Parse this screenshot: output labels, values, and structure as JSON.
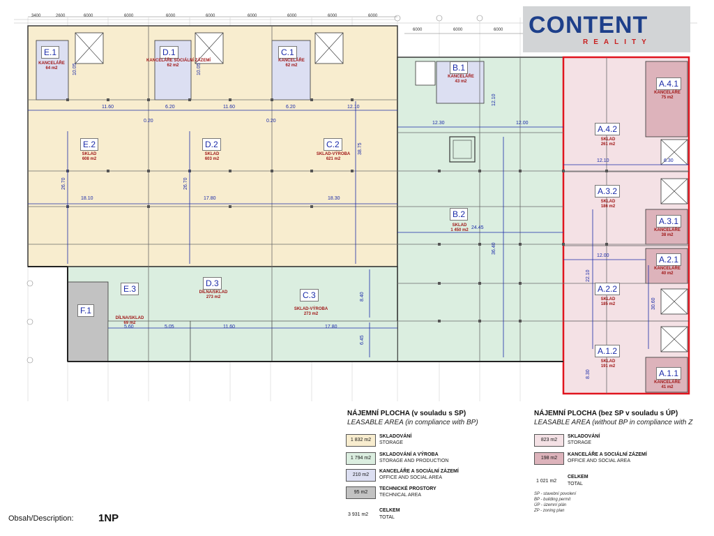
{
  "logo": {
    "main": "CONTENT",
    "sub": "REALITY"
  },
  "top_dimensions": [
    "3400",
    "2600",
    "6000",
    "6000",
    "6000",
    "6000",
    "6000",
    "6000",
    "6000",
    "6000",
    "6000",
    "6000",
    "6000"
  ],
  "units": [
    {
      "id": "E.1",
      "use": "KANCELÁŘE",
      "area": "64 m2"
    },
    {
      "id": "D.1",
      "use": "KANCELÁŘE SOCIÁLNÍ ZÁZEMÍ",
      "area": "62 m2"
    },
    {
      "id": "C.1",
      "use": "KANCELÁŘE",
      "area": "62 m2"
    },
    {
      "id": "B.1",
      "use": "KANCELÁŘE",
      "area": "43 m2"
    },
    {
      "id": "E.2",
      "use": "SKLAD",
      "area": "608 m2"
    },
    {
      "id": "D.2",
      "use": "SKLAD",
      "area": "603 m2"
    },
    {
      "id": "C.2",
      "use": "SKLAD-VÝROBA",
      "area": "621 m2"
    },
    {
      "id": "B.2",
      "use": "SKLAD",
      "area": "1 450 m2"
    },
    {
      "id": "E.3",
      "use": "DÍLNA/SKLAD",
      "area": "69 m2"
    },
    {
      "id": "D.3",
      "use": "DÍLNA/SKLAD",
      "area": "273 m2"
    },
    {
      "id": "C.3",
      "use": "SKLAD-VÝROBA",
      "area": "273 m2"
    },
    {
      "id": "F.1",
      "use": "",
      "area": ""
    },
    {
      "id": "A.4.1",
      "use": "KANCELÁŘE",
      "area": "75 m2"
    },
    {
      "id": "A.4.2",
      "use": "SKLAD",
      "area": "261 m2"
    },
    {
      "id": "A.3.1",
      "use": "KANCELÁŘE",
      "area": "38 m2"
    },
    {
      "id": "A.3.2",
      "use": "SKLAD",
      "area": "186 m2"
    },
    {
      "id": "A.2.1",
      "use": "KANCELÁŘE",
      "area": "40 m2"
    },
    {
      "id": "A.2.2",
      "use": "SKLAD",
      "area": "185 m2"
    },
    {
      "id": "A.1.1",
      "use": "KANCELÁŘE",
      "area": "41 m2"
    },
    {
      "id": "A.1.2",
      "use": "SKLAD",
      "area": "191 m2"
    }
  ],
  "dimensions": [
    "11.60",
    "6.20",
    "11.60",
    "6.20",
    "12.10",
    "12.30",
    "12.00",
    "12.10",
    "6.30",
    "12.00",
    "18.10",
    "17.80",
    "18.30",
    "24.45",
    "11.60",
    "17.80",
    "5.60",
    "5.05",
    "26.70",
    "26.70",
    "38.75",
    "36.40",
    "22.10",
    "30.60",
    "8.40",
    "6.45",
    "8.30",
    "10.05",
    "10.05",
    "12.10",
    "0.20",
    "0.20"
  ],
  "legend_left": {
    "title": "NÁJEMNÍ PLOCHA (v souladu s SP)",
    "subtitle": "LEASABLE AREA (in compliance with BP)",
    "rows": [
      {
        "value": "1 832 m2",
        "cz": "SKLADOVÁNÍ",
        "en": "STORAGE",
        "color": "#f8edcf"
      },
      {
        "value": "1 794 m2",
        "cz": "SKLADOVÁNÍ A VÝROBA",
        "en": "STORAGE AND PRODUCTION",
        "color": "#dbeee0"
      },
      {
        "value": "210 m2",
        "cz": "KANCELÁŘE A SOCIÁLNÍ ZÁZEMÍ",
        "en": "OFFICE AND SOCIAL AREA",
        "color": "#dcdff2"
      },
      {
        "value": "95 m2",
        "cz": "TECHNICKÉ PROSTORY",
        "en": "TECHNICAL AREA",
        "color": "#c2c2c2"
      }
    ],
    "total_value": "3 931 m2",
    "total_cz": "CELKEM",
    "total_en": "TOTAL"
  },
  "legend_right": {
    "title": "NÁJEMNÍ PLOCHA (bez SP v souladu s ÚP)",
    "subtitle": "LEASABLE AREA (without BP in compliance with Z",
    "rows": [
      {
        "value": "823 m2",
        "cz": "SKLADOVÁNÍ",
        "en": "STORAGE",
        "color": "#f4e1e5"
      },
      {
        "value": "198 m2",
        "cz": "KANCELÁŘE A SOCIÁLNÍ ZÁZEMÍ",
        "en": "OFFICE AND SOCIAL AREA",
        "color": "#ddb3bb"
      }
    ],
    "total_value": "1 021 m2",
    "total_cz": "CELKEM",
    "total_en": "TOTAL",
    "notes": [
      "SP - stavební povolení",
      "BP - building permit",
      "ÚP - územní plán",
      "ZP - zoning plan"
    ]
  },
  "description_label": "Obsah/Description:",
  "floor": "1NP",
  "colors": {
    "storage": "#f8edcf",
    "production": "#dbeee0",
    "office": "#dcdff2",
    "technical": "#c2c2c2",
    "pink": "#f4e1e5",
    "pink_dark": "#ddb3bb",
    "red_outline": "#e0141e",
    "dim_blue": "#1a2aa8"
  }
}
